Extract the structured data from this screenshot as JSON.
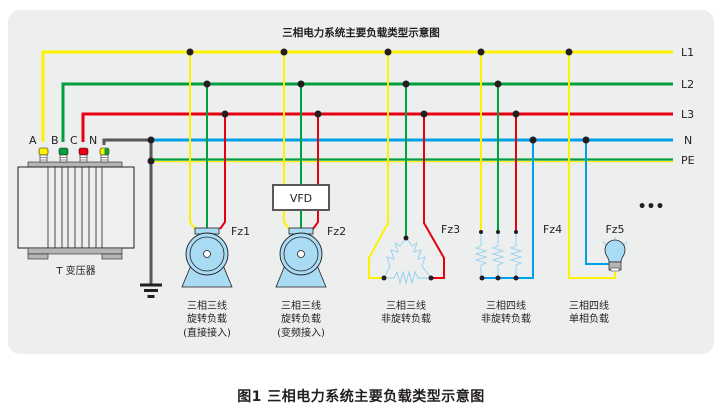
{
  "diagram": {
    "title": "三相电力系统主要负载类型示意图",
    "caption": "图1  三相电力系统主要负载类型示意图",
    "colors": {
      "L1": "#fff200",
      "L2": "#00a03e",
      "L3": "#e60012",
      "N": "#00a0e9",
      "PE_main": "#00a03e",
      "PE_stripe": "#fff200",
      "neutral_link": "#595757",
      "node": "#231f20",
      "panel": "#edeeee",
      "equipment_fill": "#a9dbf4"
    },
    "buses": [
      {
        "id": "L1",
        "label": "L1"
      },
      {
        "id": "L2",
        "label": "L2"
      },
      {
        "id": "L3",
        "label": "L3"
      },
      {
        "id": "N",
        "label": "N"
      },
      {
        "id": "PE",
        "label": "PE"
      }
    ],
    "transformer": {
      "label": "T 变压器",
      "terminals": [
        "A",
        "B",
        "C",
        "N"
      ]
    },
    "vfd_label": "VFD",
    "loads": [
      {
        "id": "Fz1",
        "label": "Fz1",
        "desc": [
          "三相三线",
          "旋转负载",
          "(直接接入)"
        ]
      },
      {
        "id": "Fz2",
        "label": "Fz2",
        "desc": [
          "三相三线",
          "旋转负载",
          "(变频接入)"
        ]
      },
      {
        "id": "Fz3",
        "label": "Fz3",
        "desc": [
          "三相三线",
          "非旋转负载"
        ]
      },
      {
        "id": "Fz4",
        "label": "Fz4",
        "desc": [
          "三相四线",
          "非旋转负载"
        ]
      },
      {
        "id": "Fz5",
        "label": "Fz5",
        "desc": [
          "三相四线",
          "单相负载"
        ]
      }
    ],
    "ellipsis": "•••"
  }
}
